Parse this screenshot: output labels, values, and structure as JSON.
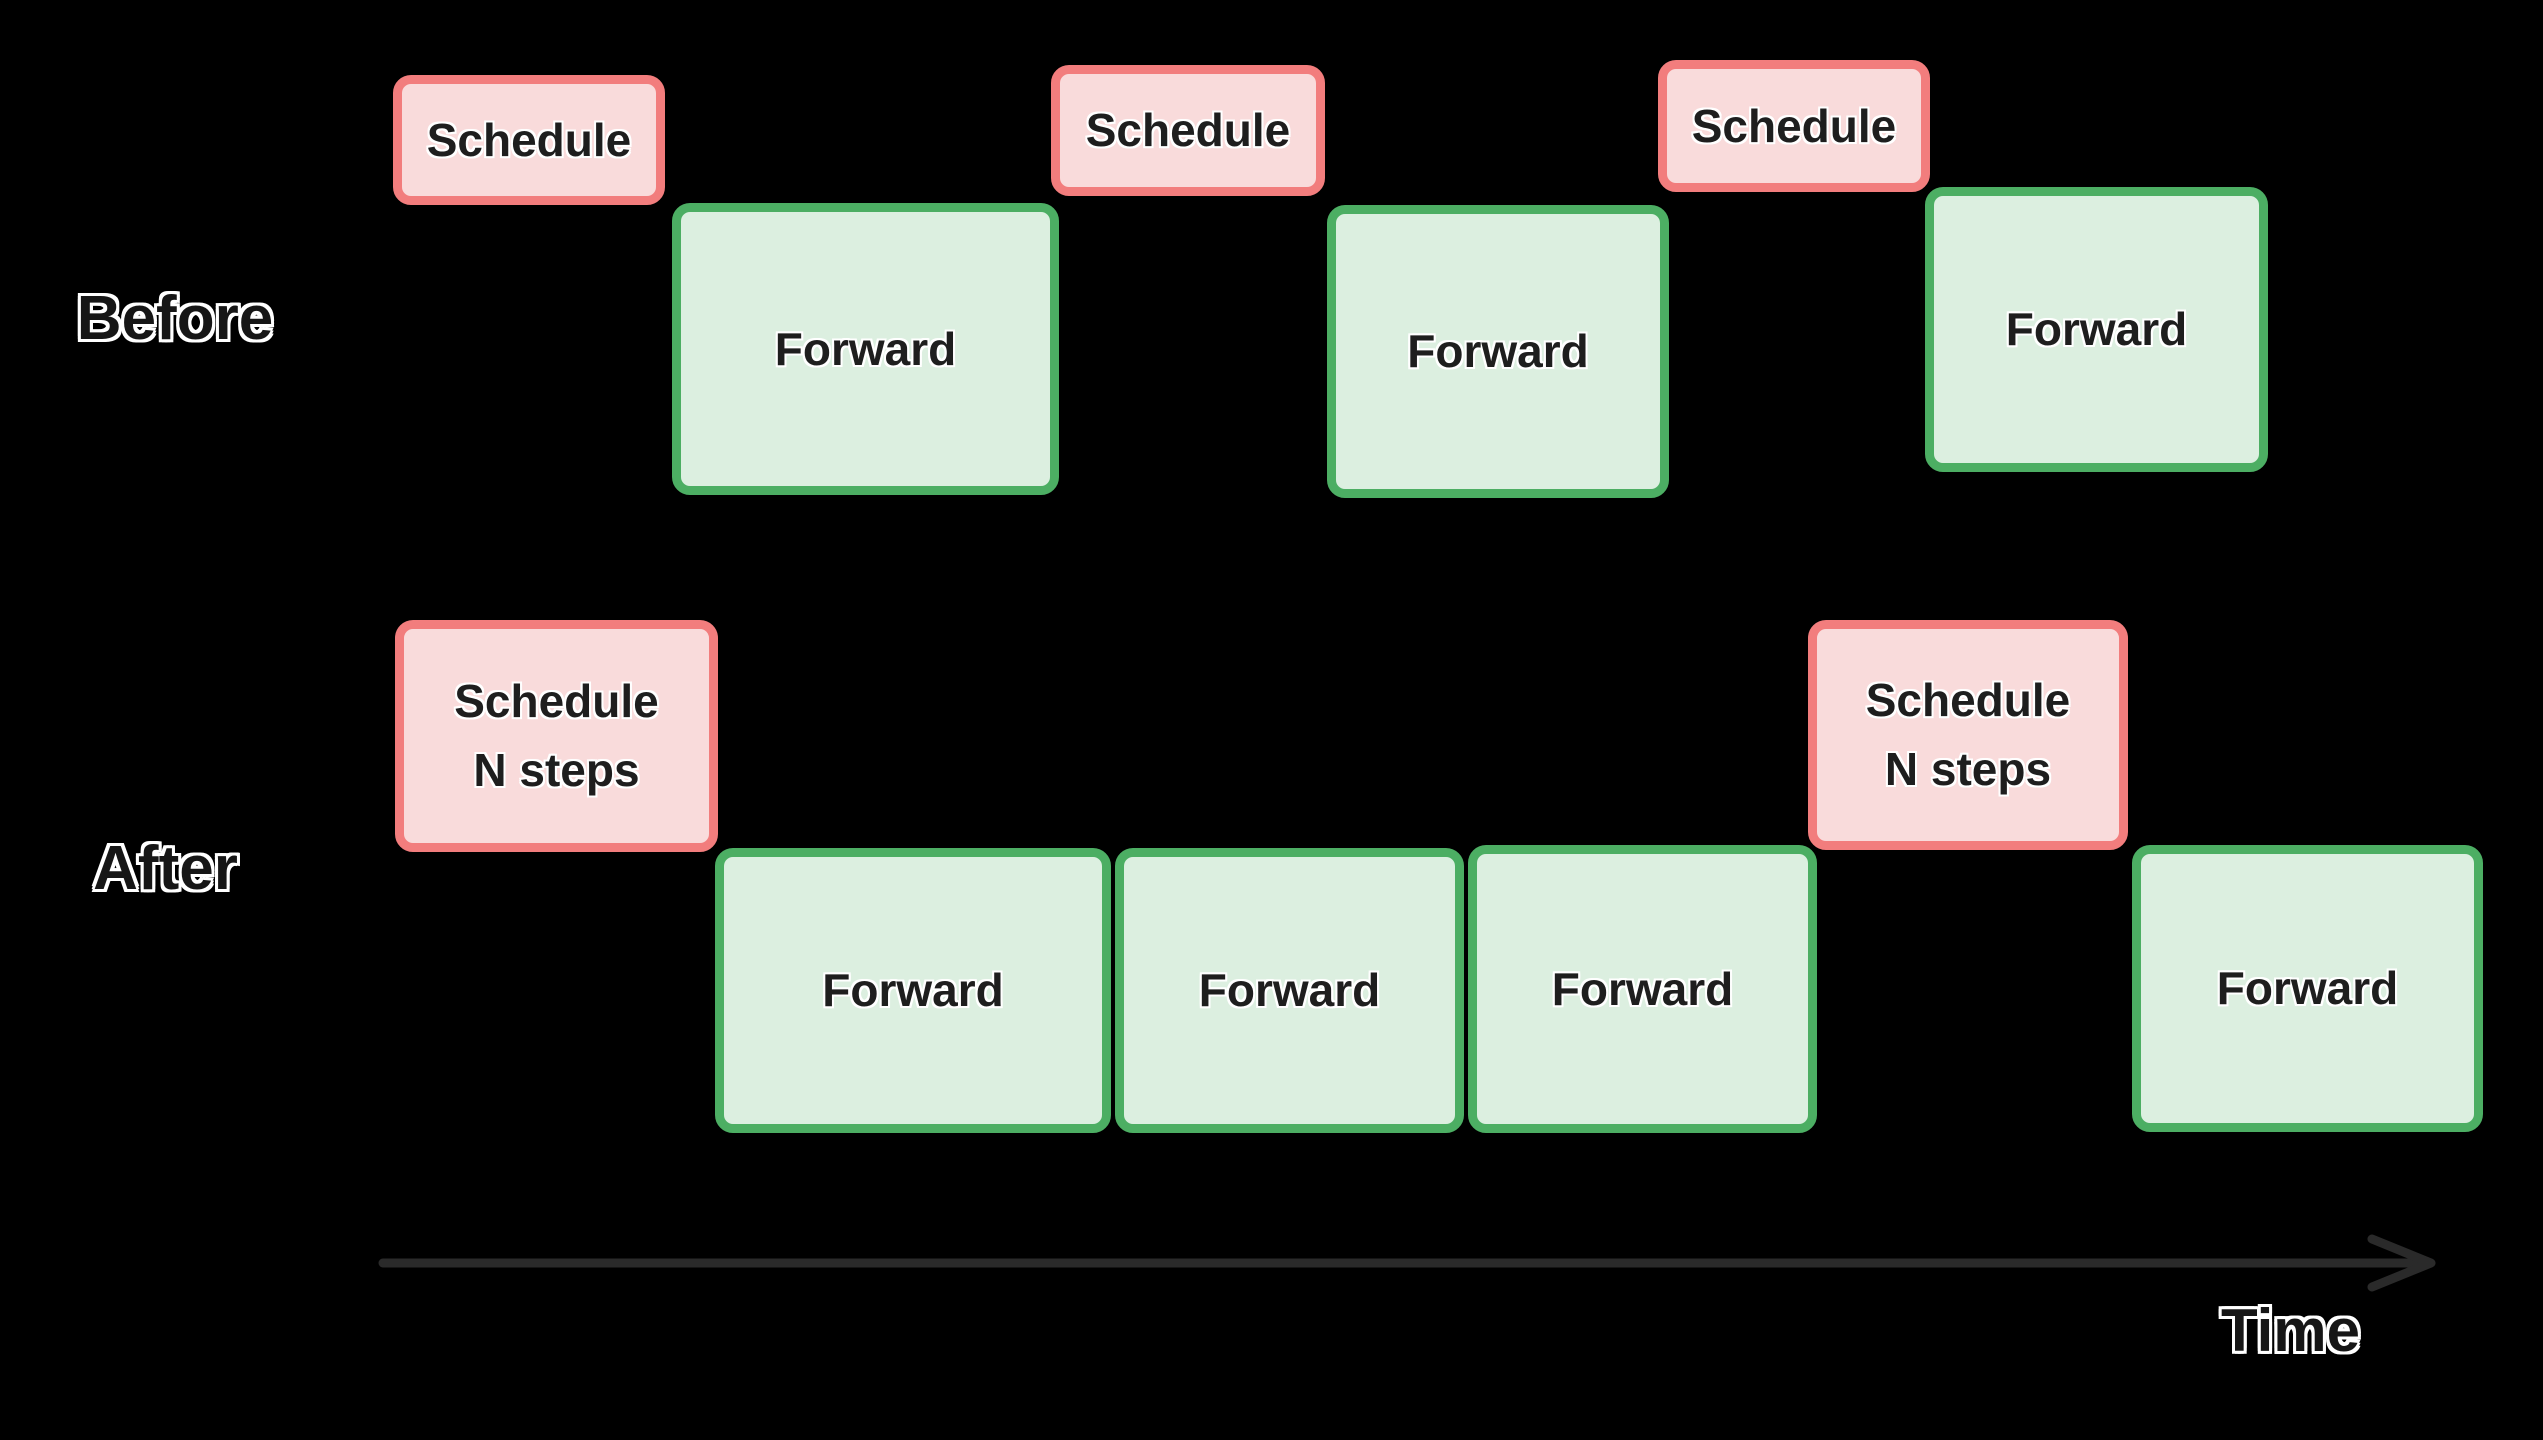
{
  "rows": {
    "before": {
      "label": "Before",
      "boxes": [
        {
          "kind": "schedule",
          "label": "Schedule"
        },
        {
          "kind": "forward",
          "label": "Forward"
        },
        {
          "kind": "schedule",
          "label": "Schedule"
        },
        {
          "kind": "forward",
          "label": "Forward"
        },
        {
          "kind": "schedule",
          "label": "Schedule"
        },
        {
          "kind": "forward",
          "label": "Forward"
        }
      ]
    },
    "after": {
      "label": "After",
      "boxes": [
        {
          "kind": "schedule",
          "label": "Schedule\nN steps"
        },
        {
          "kind": "forward",
          "label": "Forward"
        },
        {
          "kind": "forward",
          "label": "Forward"
        },
        {
          "kind": "forward",
          "label": "Forward"
        },
        {
          "kind": "schedule",
          "label": "Schedule\nN steps"
        },
        {
          "kind": "forward",
          "label": "Forward"
        }
      ]
    }
  },
  "axis": {
    "label": "Time"
  },
  "colors": {
    "background": "#000000",
    "schedule_fill": "#f9dbdb",
    "schedule_border": "#f27d7d",
    "forward_fill": "#dcefe0",
    "forward_border": "#4cae63",
    "box_text": "#1e1e1e",
    "label_text": "#161616",
    "label_outline": "#ffffff",
    "arrow": "#2a2a2a"
  }
}
